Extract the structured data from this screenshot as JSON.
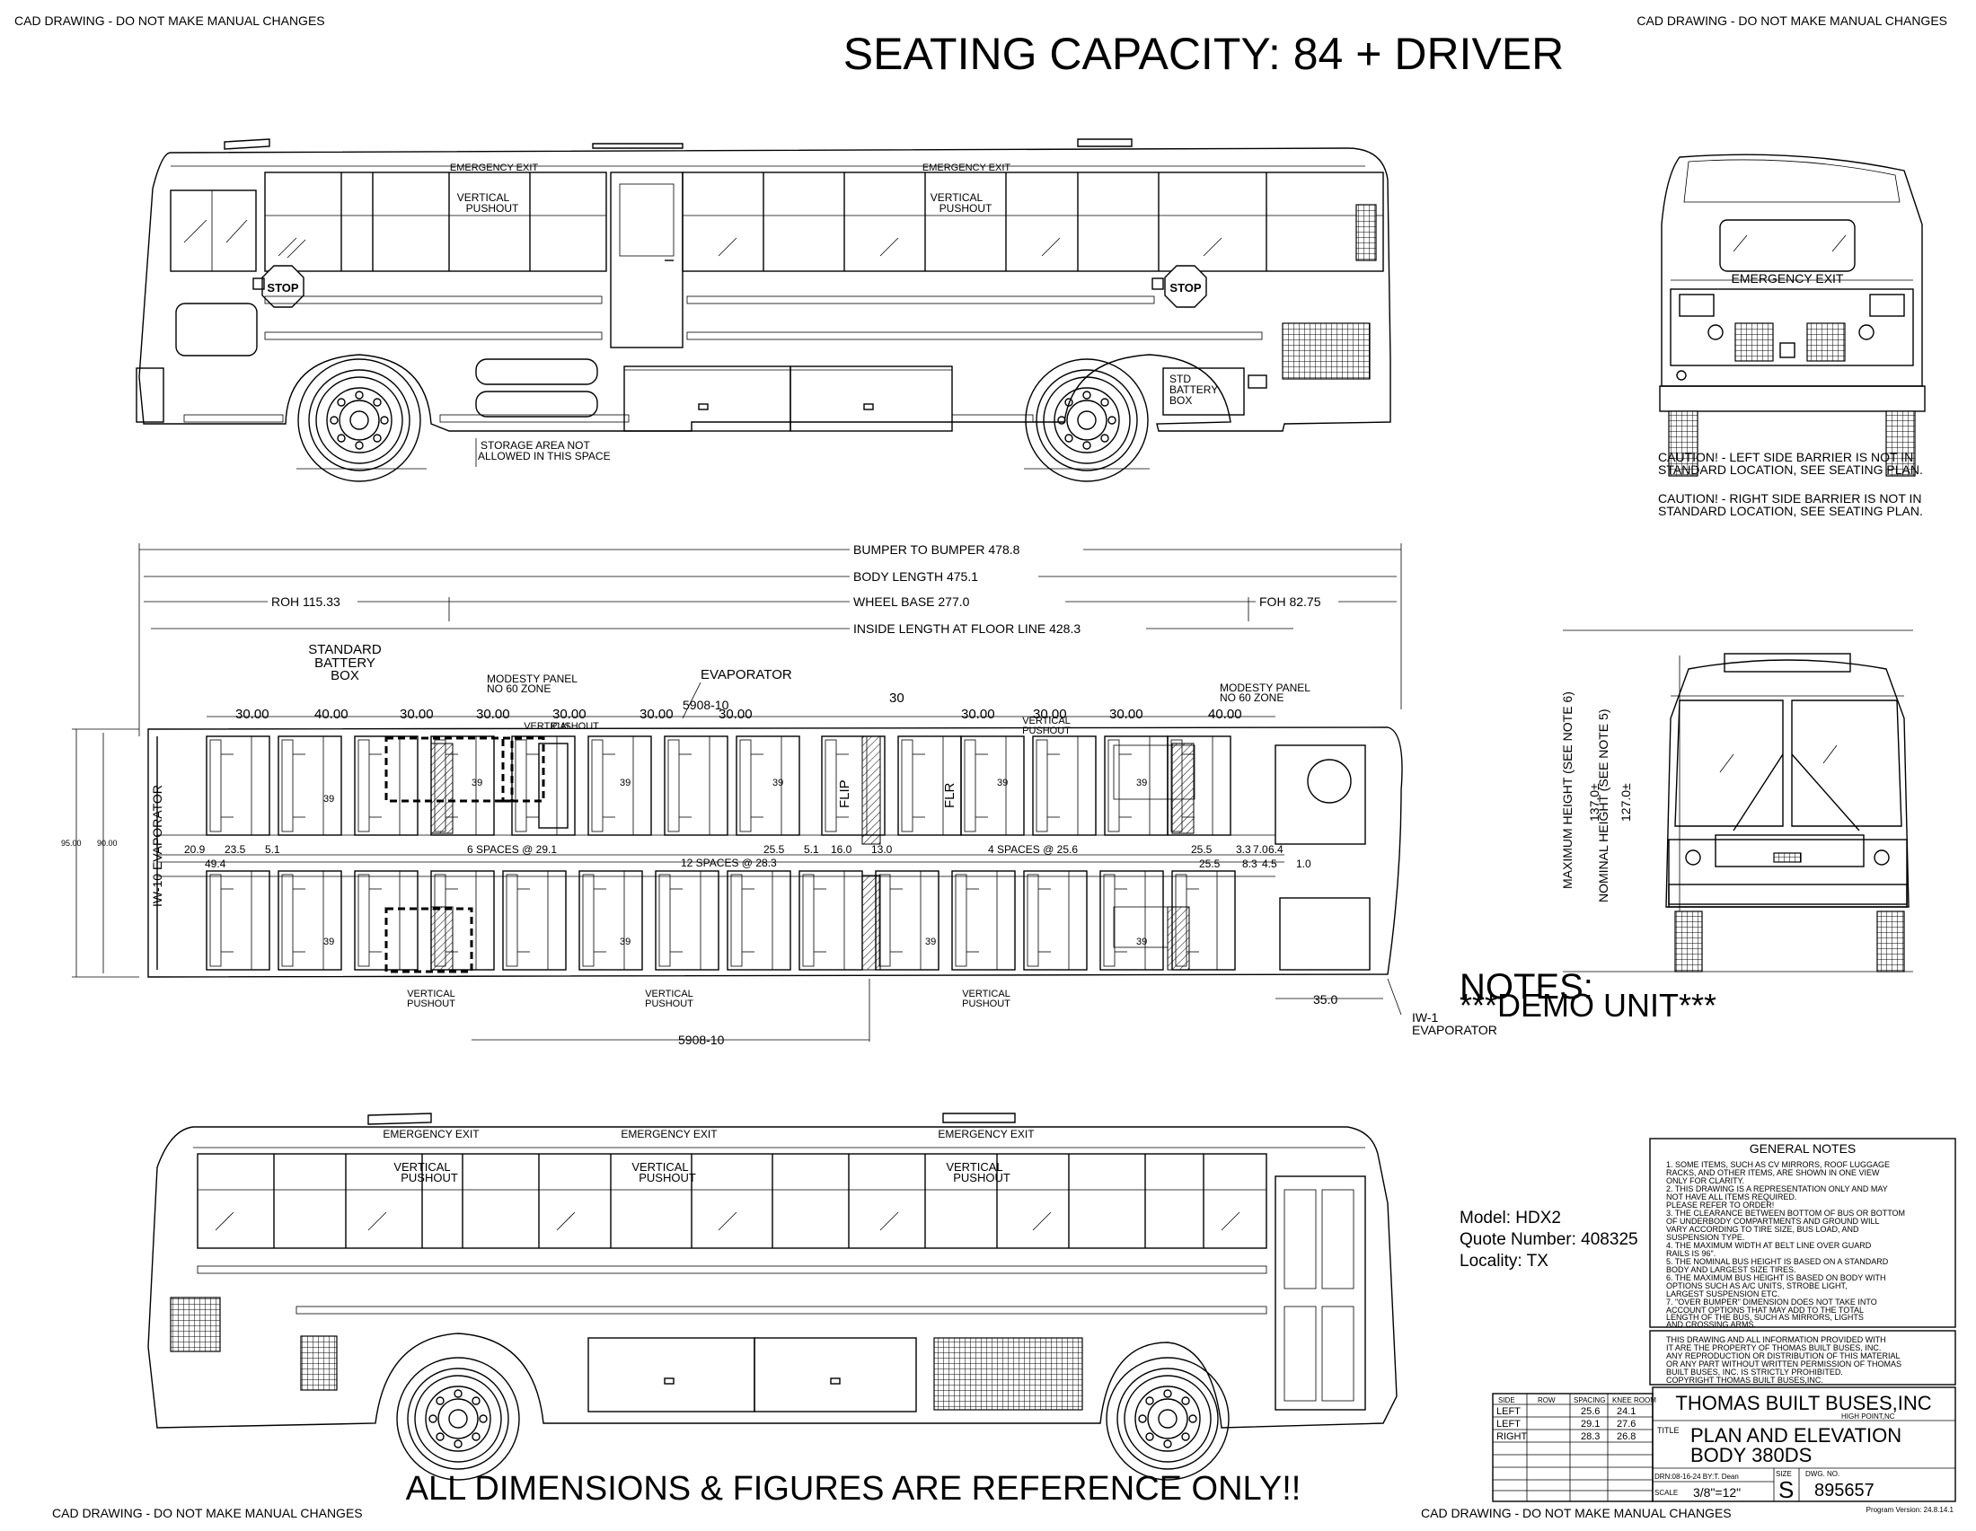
{
  "header": {
    "cad_notice_left_top": "CAD DRAWING - DO NOT MAKE MANUAL CHANGES",
    "cad_notice_right_top": "CAD DRAWING - DO NOT MAKE MANUAL CHANGES",
    "cad_notice_left_bottom": "CAD DRAWING - DO NOT MAKE MANUAL CHANGES",
    "cad_notice_right_bottom": "CAD DRAWING - DO NOT MAKE MANUAL CHANGES",
    "seating_capacity": "SEATING CAPACITY: 84 + DRIVER"
  },
  "top_elevation": {
    "emergency_exit_1": "EMERGENCY EXIT",
    "emergency_exit_2": "EMERGENCY EXIT",
    "vertical_pushout": "VERTICAL",
    "pushout": "PUSHOUT",
    "stop_sign": "STOP",
    "storage_note_1": "STORAGE AREA NOT",
    "storage_note_2": "ALLOWED IN THIS SPACE",
    "battery_box_1": "STD",
    "battery_box_2": "BATTERY",
    "battery_box_3": "BOX"
  },
  "rear_view": {
    "emergency_exit": "EMERGENCY EXIT",
    "caution_left_1": "CAUTION! - LEFT SIDE BARRIER IS NOT IN",
    "caution_left_2": "STANDARD LOCATION, SEE SEATING PLAN.",
    "caution_right_1": "CAUTION! - RIGHT SIDE BARRIER IS NOT IN",
    "caution_right_2": "STANDARD LOCATION, SEE SEATING PLAN."
  },
  "front_view": {
    "max_height": "MAXIMUM HEIGHT (SEE NOTE 6)",
    "max_height_value": "137.0±",
    "nominal_height": "NOMINAL HEIGHT (SEE NOTE 5)",
    "nominal_height_value": "127.0±"
  },
  "plan": {
    "bumper_to_bumper": "BUMPER TO BUMPER    478.8",
    "body_length": "BODY LENGTH    475.1",
    "roh": "ROH 115.33",
    "wheel_base": "WHEEL BASE         277.0",
    "foh": "FOH 82.75",
    "inside_length": "INSIDE LENGTH AT FLOOR LINE   428.3",
    "standard_battery_box_1": "STANDARD",
    "standard_battery_box_2": "BATTERY",
    "standard_battery_box_3": "BOX",
    "modesty_panel_1": "MODESTY PANEL",
    "modesty_panel_2": "NO 60 ZONE",
    "evaporator": "EVAPORATOR",
    "dim_5908": "5908-10",
    "dim_30": "30",
    "dims_top": [
      "30.00",
      "40.00",
      "30.00",
      "30.00",
      "30.00",
      "30.00",
      "30.00",
      "30.00",
      "30.00",
      "30.00",
      "40.00"
    ],
    "left_spaces": "6 SPACES @ 29.1",
    "center_spaces": "12 SPACES @ 28.3",
    "right_spaces": "4 SPACES @ 25.6",
    "dims_mid": [
      "20.9",
      "23.5",
      "5.1",
      "25.5",
      "5.1",
      "16.0",
      "13.0",
      "25.5",
      "3.3",
      "7.0",
      "6.4"
    ],
    "dims_low": [
      "49.4",
      "25.5",
      "8.3",
      "4.5",
      "1.0"
    ],
    "width_95": "95.00",
    "width_90": "90.00",
    "rear_evap": "IW-10 EVAPORATOR",
    "flip": "FLIP",
    "flr": "FLR",
    "seat_num": "39",
    "dim_35": "35.0",
    "iw1_1": "IW-1",
    "iw1_2": "EVAPORATOR"
  },
  "notes": {
    "notes_title": "NOTES:",
    "demo_unit": "***DEMO UNIT***",
    "model": "Model: HDX2",
    "quote": "Quote Number: 408325",
    "locality": "Locality: TX"
  },
  "bottom_elevation": {
    "emergency_exit_1": "EMERGENCY EXIT",
    "emergency_exit_2": "EMERGENCY EXIT",
    "emergency_exit_3": "EMERGENCY EXIT",
    "vertical": "VERTICAL",
    "pushout": "PUSHOUT",
    "footer_banner": "ALL DIMENSIONS & FIGURES ARE REFERENCE ONLY!!"
  },
  "general_notes": {
    "title": "GENERAL NOTES",
    "lines": [
      "1. SOME ITEMS, SUCH AS CV MIRRORS, ROOF LUGGAGE",
      "    RACKS, AND OTHER ITEMS, ARE SHOWN IN ONE VIEW",
      "    ONLY FOR CLARITY.",
      "2. THIS DRAWING IS A REPRESENTATION ONLY AND MAY",
      "    NOT HAVE ALL ITEMS REQUIRED.",
      "    PLEASE REFER TO ORDER!",
      "3. THE CLEARANCE BETWEEN BOTTOM OF BUS OR BOTTOM",
      "    OF UNDERBODY COMPARTMENTS AND GROUND WILL",
      "    VARY ACCORDING TO TIRE SIZE, BUS LOAD, AND",
      "    SUSPENSION TYPE.",
      "4. THE MAXIMUM WIDTH AT BELT LINE OVER GUARD",
      "    RAILS IS 96\".",
      "5. THE NOMINAL BUS HEIGHT IS BASED ON A STANDARD",
      "    BODY AND LARGEST SIZE TIRES.",
      "6. THE MAXIMUM BUS HEIGHT IS BASED ON BODY WITH",
      "    OPTIONS SUCH AS A/C UNITS, STROBE LIGHT,",
      "    LARGEST SUSPENSION ETC.",
      "7. \"OVER BUMPER\" DIMENSION DOES NOT TAKE INTO",
      "    ACCOUNT OPTIONS THAT MAY ADD TO THE TOTAL",
      "    LENGTH OF THE BUS, SUCH AS MIRRORS, LIGHTS",
      "    AND CROSSING ARMS."
    ],
    "property_lines": [
      "THIS DRAWING AND ALL INFORMATION PROVIDED WITH",
      "IT ARE THE PROPERTY OF THOMAS BUILT BUSES, INC.",
      "ANY REPRODUCTION OR DISTRIBUTION OF THIS MATERIAL",
      "OR ANY PART WITHOUT WRITTEN PERMISSION OF THOMAS",
      "BUILT BUSES, INC. IS STRICTLY PROHIBITED.",
      "COPYRIGHT THOMAS BUILT BUSES,INC."
    ]
  },
  "title_block": {
    "company": "THOMAS BUILT BUSES,INC",
    "location": "HIGH POINT,NC",
    "title_label": "TITLE",
    "title_1": "PLAN AND ELEVATION",
    "title_2": "BODY 380DS",
    "drn": "DRN:08-16-24   BY:T. Dean",
    "size_label": "SIZE",
    "size": "S",
    "dwg_label": "DWG. NO.",
    "dwg_no": "895657",
    "scale_label": "SCALE",
    "scale": "3/8\"=12\"",
    "program_version": "Program Version: 24.8.14.1",
    "table_headers": [
      "SIDE",
      "ROW",
      "SPACING",
      "KNEE ROOM"
    ],
    "table_rows": [
      [
        "LEFT",
        "",
        "25.6",
        "24.1"
      ],
      [
        "LEFT",
        "",
        "29.1",
        "27.6"
      ],
      [
        "RIGHT",
        "",
        "28.3",
        "26.8"
      ]
    ]
  }
}
